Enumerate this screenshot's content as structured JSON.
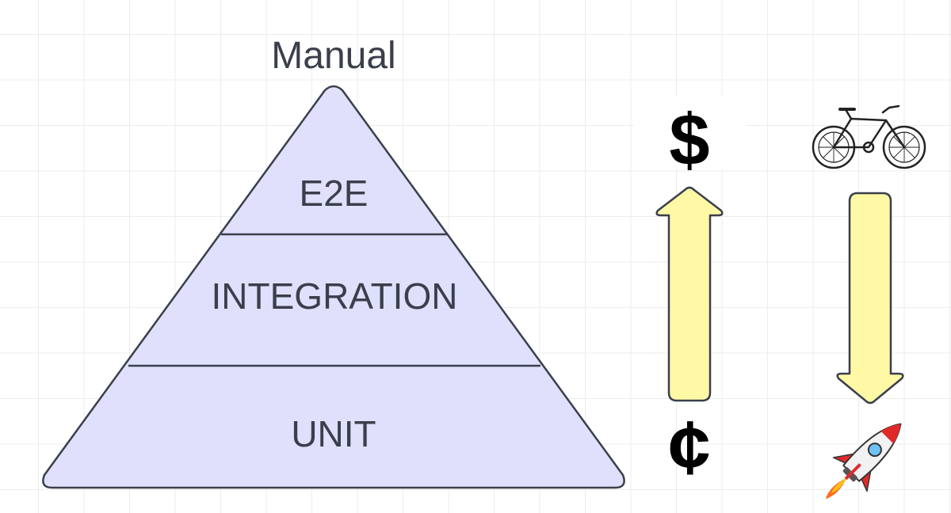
{
  "pyramid": {
    "top_label": "Manual",
    "tiers": [
      {
        "label": "E2E"
      },
      {
        "label": "INTEGRATION"
      },
      {
        "label": "UNIT"
      }
    ]
  },
  "cost_scale": {
    "high_symbol": "$",
    "low_symbol": "¢"
  },
  "speed_scale": {
    "slow_icon": "bicycle-icon",
    "fast_icon": "rocket-icon"
  },
  "colors": {
    "pyramid_fill": "#dfe0fb",
    "outline": "#3a3f4b",
    "arrow_fill": "#fff9a6",
    "grid": "#ececec"
  }
}
